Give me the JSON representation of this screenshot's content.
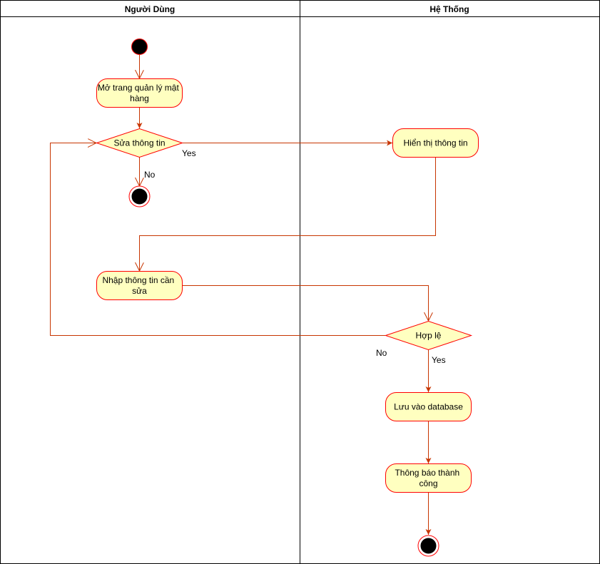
{
  "lanes": [
    {
      "title": "Người Dùng"
    },
    {
      "title": "Hệ Thống"
    }
  ],
  "nodes": {
    "open_page": {
      "line1": "Mở trang quản lý mật",
      "line2": "hàng"
    },
    "edit_decision": {
      "label": "Sửa thông tin"
    },
    "show_info": {
      "label": "Hiển thị thông tin"
    },
    "enter_info": {
      "line1": "Nhập thông tin cần",
      "line2": "sửa"
    },
    "valid_decision": {
      "label": "Hợp lệ"
    },
    "save_db": {
      "label": "Lưu vào database"
    },
    "notify": {
      "line1": "Thông báo thành",
      "line2": "công"
    }
  },
  "edge_labels": {
    "edit_yes": "Yes",
    "edit_no": "No",
    "valid_no": "No",
    "valid_yes": "Yes"
  },
  "colors": {
    "node_fill": "#ffffc0",
    "node_stroke": "#ff0000",
    "edge": "#c73500"
  }
}
